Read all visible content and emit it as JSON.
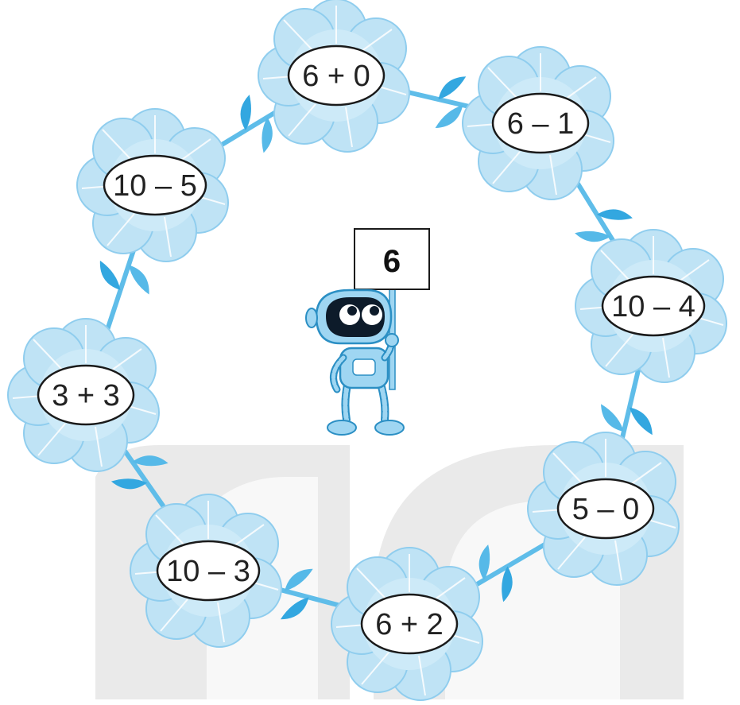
{
  "colors": {
    "petal_fill": "#bfe3f5",
    "petal_stroke": "#7fc6ea",
    "vein": "#ffffff",
    "leaf": "#33a7e0",
    "stem": "#5fbde9",
    "robot_body": "#9fd6f2",
    "robot_outline": "#2b8fc4",
    "robot_face": "#0d1b2a",
    "watermark": "#e6e6e6"
  },
  "sign": {
    "number": "6"
  },
  "flowers": [
    {
      "label": "6 + 0"
    },
    {
      "label": "6 – 1"
    },
    {
      "label": "10 – 4"
    },
    {
      "label": "5 – 0"
    },
    {
      "label": "6 + 2"
    },
    {
      "label": "10 – 3"
    },
    {
      "label": "3 + 3"
    },
    {
      "label": "10 – 5"
    }
  ]
}
